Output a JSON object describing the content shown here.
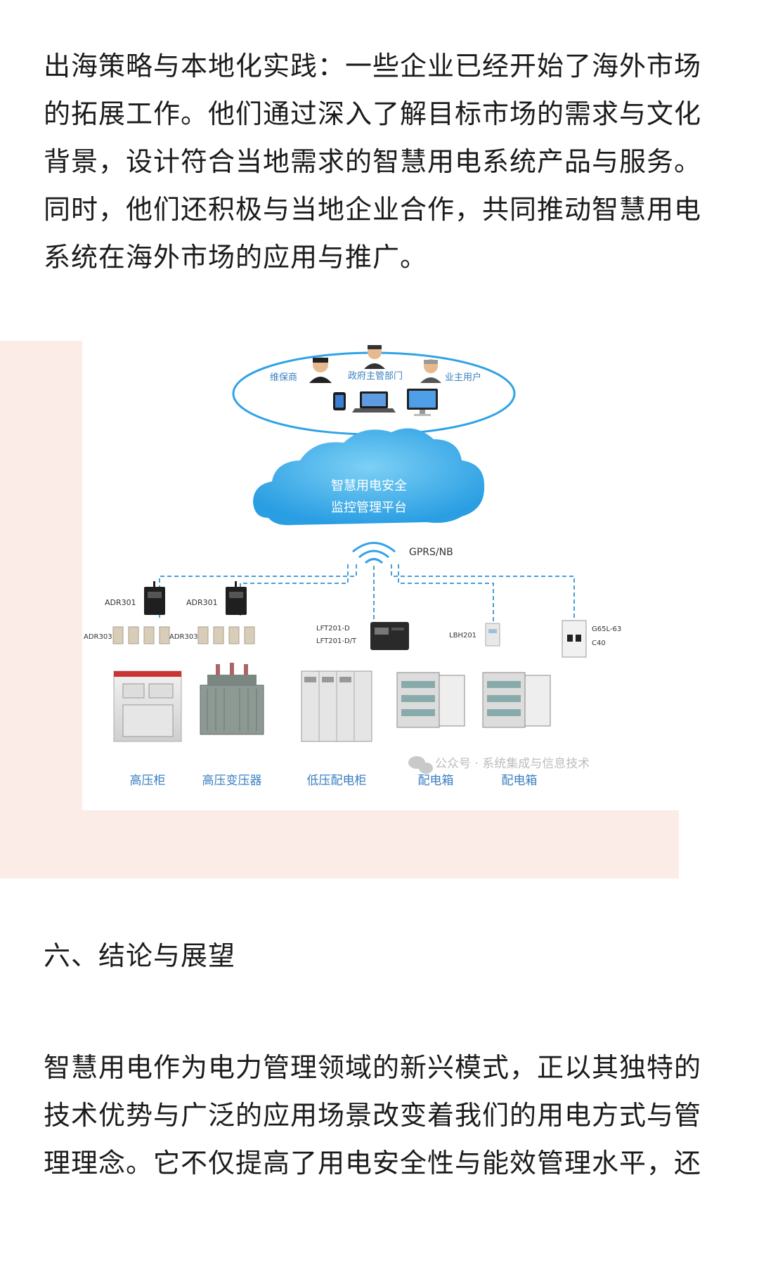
{
  "intro_paragraph": "出海策略与本地化实践：一些企业已经开始了海外市场的拓展工作。他们通过深入了解目标市场的需求与文化背景，设计符合当地需求的智慧用电系统产品与服务。同时，他们还积极与当地企业合作，共同推动智慧用电系统在海外市场的应用与推广。",
  "diagram": {
    "users": {
      "maintainer": "维保商",
      "government": "政府主管部门",
      "owner": "业主用户"
    },
    "cloud_line1": "智慧用电安全",
    "cloud_line2": "监控管理平台",
    "network": "GPRS/NB",
    "devices": {
      "adr301_a": "ADR301",
      "adr301_b": "ADR301",
      "adr303_a": "ADR303",
      "adr303_b": "ADR303",
      "lft_1": "LFT201-D",
      "lft_2": "LFT201-D/T",
      "lbh": "LBH201",
      "g65_1": "G65L-63",
      "g65_2": "C40"
    },
    "equipment": {
      "hv_cabinet": "高压柜",
      "hv_transformer": "高压变压器",
      "lv_cabinet": "低压配电柜",
      "box_1": "配电箱",
      "box_2": "配电箱"
    },
    "watermark": "公众号 · 系统集成与信息技术",
    "colors": {
      "accent": "#2ea3e6",
      "dashed": "#4a9fd6",
      "label": "#3a7fc1"
    }
  },
  "section_heading": "六、结论与展望",
  "conclusion_paragraph": "智慧用电作为电力管理领域的新兴模式，正以其独特的技术优势与广泛的应用场景改变着我们的用电方式与管理理念。它不仅提高了用电安全性与能效管理水平，还"
}
